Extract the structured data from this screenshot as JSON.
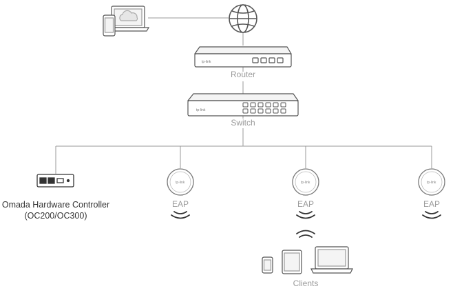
{
  "labels": {
    "router": "Router",
    "switch": "Switch",
    "controller_line1": "Omada Hardware Controller",
    "controller_line2": "(OC200/OC300)",
    "eap1": "EAP",
    "eap2": "EAP",
    "eap3": "EAP",
    "clients": "Clients"
  },
  "colors": {
    "line": "#9a9a9a",
    "device_stroke": "#555555",
    "label": "#9a9a9a",
    "controller_label": "#333333"
  },
  "icons": [
    "globe-icon",
    "cloud-laptop-icon",
    "phone-icon",
    "router-icon",
    "switch-icon",
    "controller-icon",
    "eap-icon",
    "wifi-icon",
    "tablet-icon",
    "laptop-icon"
  ]
}
